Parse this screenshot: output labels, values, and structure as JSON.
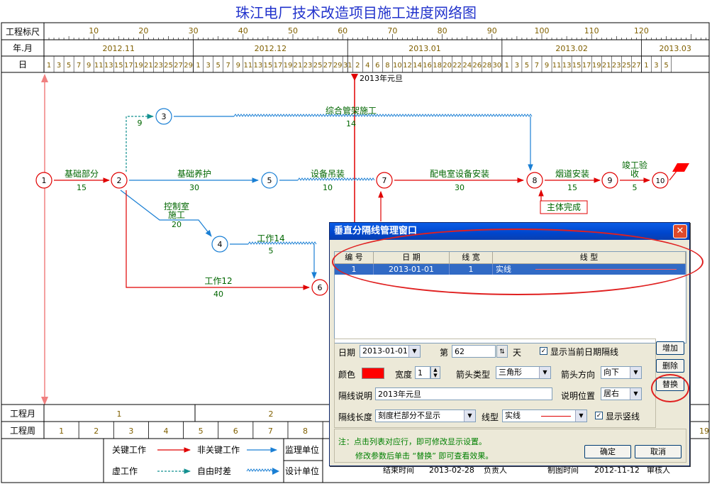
{
  "title": "珠江电厂技术改造项目施工进度网络图",
  "header": {
    "row1_label": "工程标尺",
    "row2_label": "年.月",
    "row3_label": "日",
    "scale_ticks": [
      "10",
      "20",
      "30",
      "40",
      "50",
      "60",
      "70",
      "80",
      "90",
      "100",
      "110",
      "120"
    ],
    "months": [
      "2012.11",
      "2012.12",
      "2013.01",
      "2013.02",
      "2013.03"
    ],
    "days_nov": [
      "1",
      "3",
      "5",
      "7",
      "9",
      "11",
      "13",
      "15",
      "17",
      "19",
      "21",
      "23",
      "25",
      "27",
      "29"
    ],
    "days_dec": [
      "1",
      "3",
      "5",
      "7",
      "9",
      "11",
      "13",
      "15",
      "17",
      "19",
      "21",
      "23",
      "25",
      "27",
      "29",
      "31"
    ],
    "days_jan": [
      "2",
      "4",
      "6",
      "8",
      "10",
      "12",
      "14",
      "16",
      "18",
      "20",
      "22",
      "24",
      "26",
      "28",
      "30"
    ],
    "days_feb": [
      "1",
      "3",
      "5",
      "7",
      "9",
      "11",
      "13",
      "15",
      "17",
      "19",
      "21",
      "23",
      "25",
      "27"
    ],
    "days_mar": [
      "1",
      "3",
      "5"
    ]
  },
  "network": {
    "marker_label": "2013年元旦",
    "milestone_label": "主体完成",
    "nodes": [
      "1",
      "2",
      "3",
      "4",
      "5",
      "6",
      "7",
      "8",
      "9",
      "10"
    ],
    "tasks": {
      "t12_name": "基础部分",
      "t12_dur": "15",
      "t25_name": "基础养护",
      "t25_dur": "30",
      "t57_name": "设备吊装",
      "t57_dur": "10",
      "t78_name": "配电室设备安装",
      "t78_dur": "30",
      "t89_name": "烟道安装",
      "t89_dur": "15",
      "t910_name_a": "竣工验",
      "t910_name_b": "收",
      "t910_dur": "5",
      "t23_dur": "9",
      "t38_name": "综合管架施工",
      "t38_dur": "14",
      "t24_name_a": "控制室",
      "t24_name_b": "施工",
      "t24_dur": "20",
      "t46_name": "工作14",
      "t46_dur": "5",
      "t26_name": "工作12",
      "t26_dur": "40"
    }
  },
  "footer": {
    "month_label": "工程月",
    "week_label": "工程周",
    "months": [
      "1",
      "2"
    ],
    "weeks": [
      "1",
      "2",
      "3",
      "4",
      "5",
      "6",
      "7",
      "8"
    ],
    "week_partial": "19",
    "legend": {
      "critical": "关键工作",
      "noncritical": "非关键工作",
      "dummy": "虚工作",
      "float": "自由时差",
      "supervisor": "监理单位",
      "designer": "设计单位"
    },
    "info": [
      "结束时间",
      "2013-02-28",
      "负责人",
      "制图时间",
      "2012-11-12",
      "审核人"
    ]
  },
  "dialog": {
    "title": "垂直分隔线管理窗口",
    "columns": [
      "编 号",
      "日 期",
      "线 宽",
      "线      型"
    ],
    "row": {
      "id": "1",
      "date": "2013-01-01",
      "width": "1",
      "type": "实线"
    },
    "date_label": "日期",
    "date_value": "2013-01-01",
    "day_prefix": "第",
    "day_value": "62",
    "day_suffix": "天",
    "show_current_label": "显示当前日期隔线",
    "color_label": "颜色",
    "color_value": "#ff0000",
    "width_label": "宽度",
    "width_value": "1",
    "arrow_type_label": "箭头类型",
    "arrow_type_value": "三角形",
    "arrow_dir_label": "箭头方向",
    "arrow_dir_value": "向下",
    "desc_label": "隔线说明",
    "desc_value": "2013年元旦",
    "desc_pos_label": "说明位置",
    "desc_pos_value": "居右",
    "length_label": "隔线长度",
    "length_value": "刻度栏部分不显示",
    "line_type_label": "线型",
    "line_type_value": "实线",
    "show_vline_label": "显示竖线",
    "add_btn": "增加",
    "delete_btn": "删除",
    "replace_btn": "替换",
    "ok_btn": "确定",
    "cancel_btn": "取消",
    "note1": "注：点击列表对应行，即可修改显示设置。",
    "note2": "修改参数后单击 “替换” 即可查看效果。"
  },
  "colors": {
    "critical": "#e00000",
    "noncritical": "#1a7fd4",
    "text_green": "#006600",
    "header_olive": "#806000",
    "dialog_title": "#0a246a"
  }
}
